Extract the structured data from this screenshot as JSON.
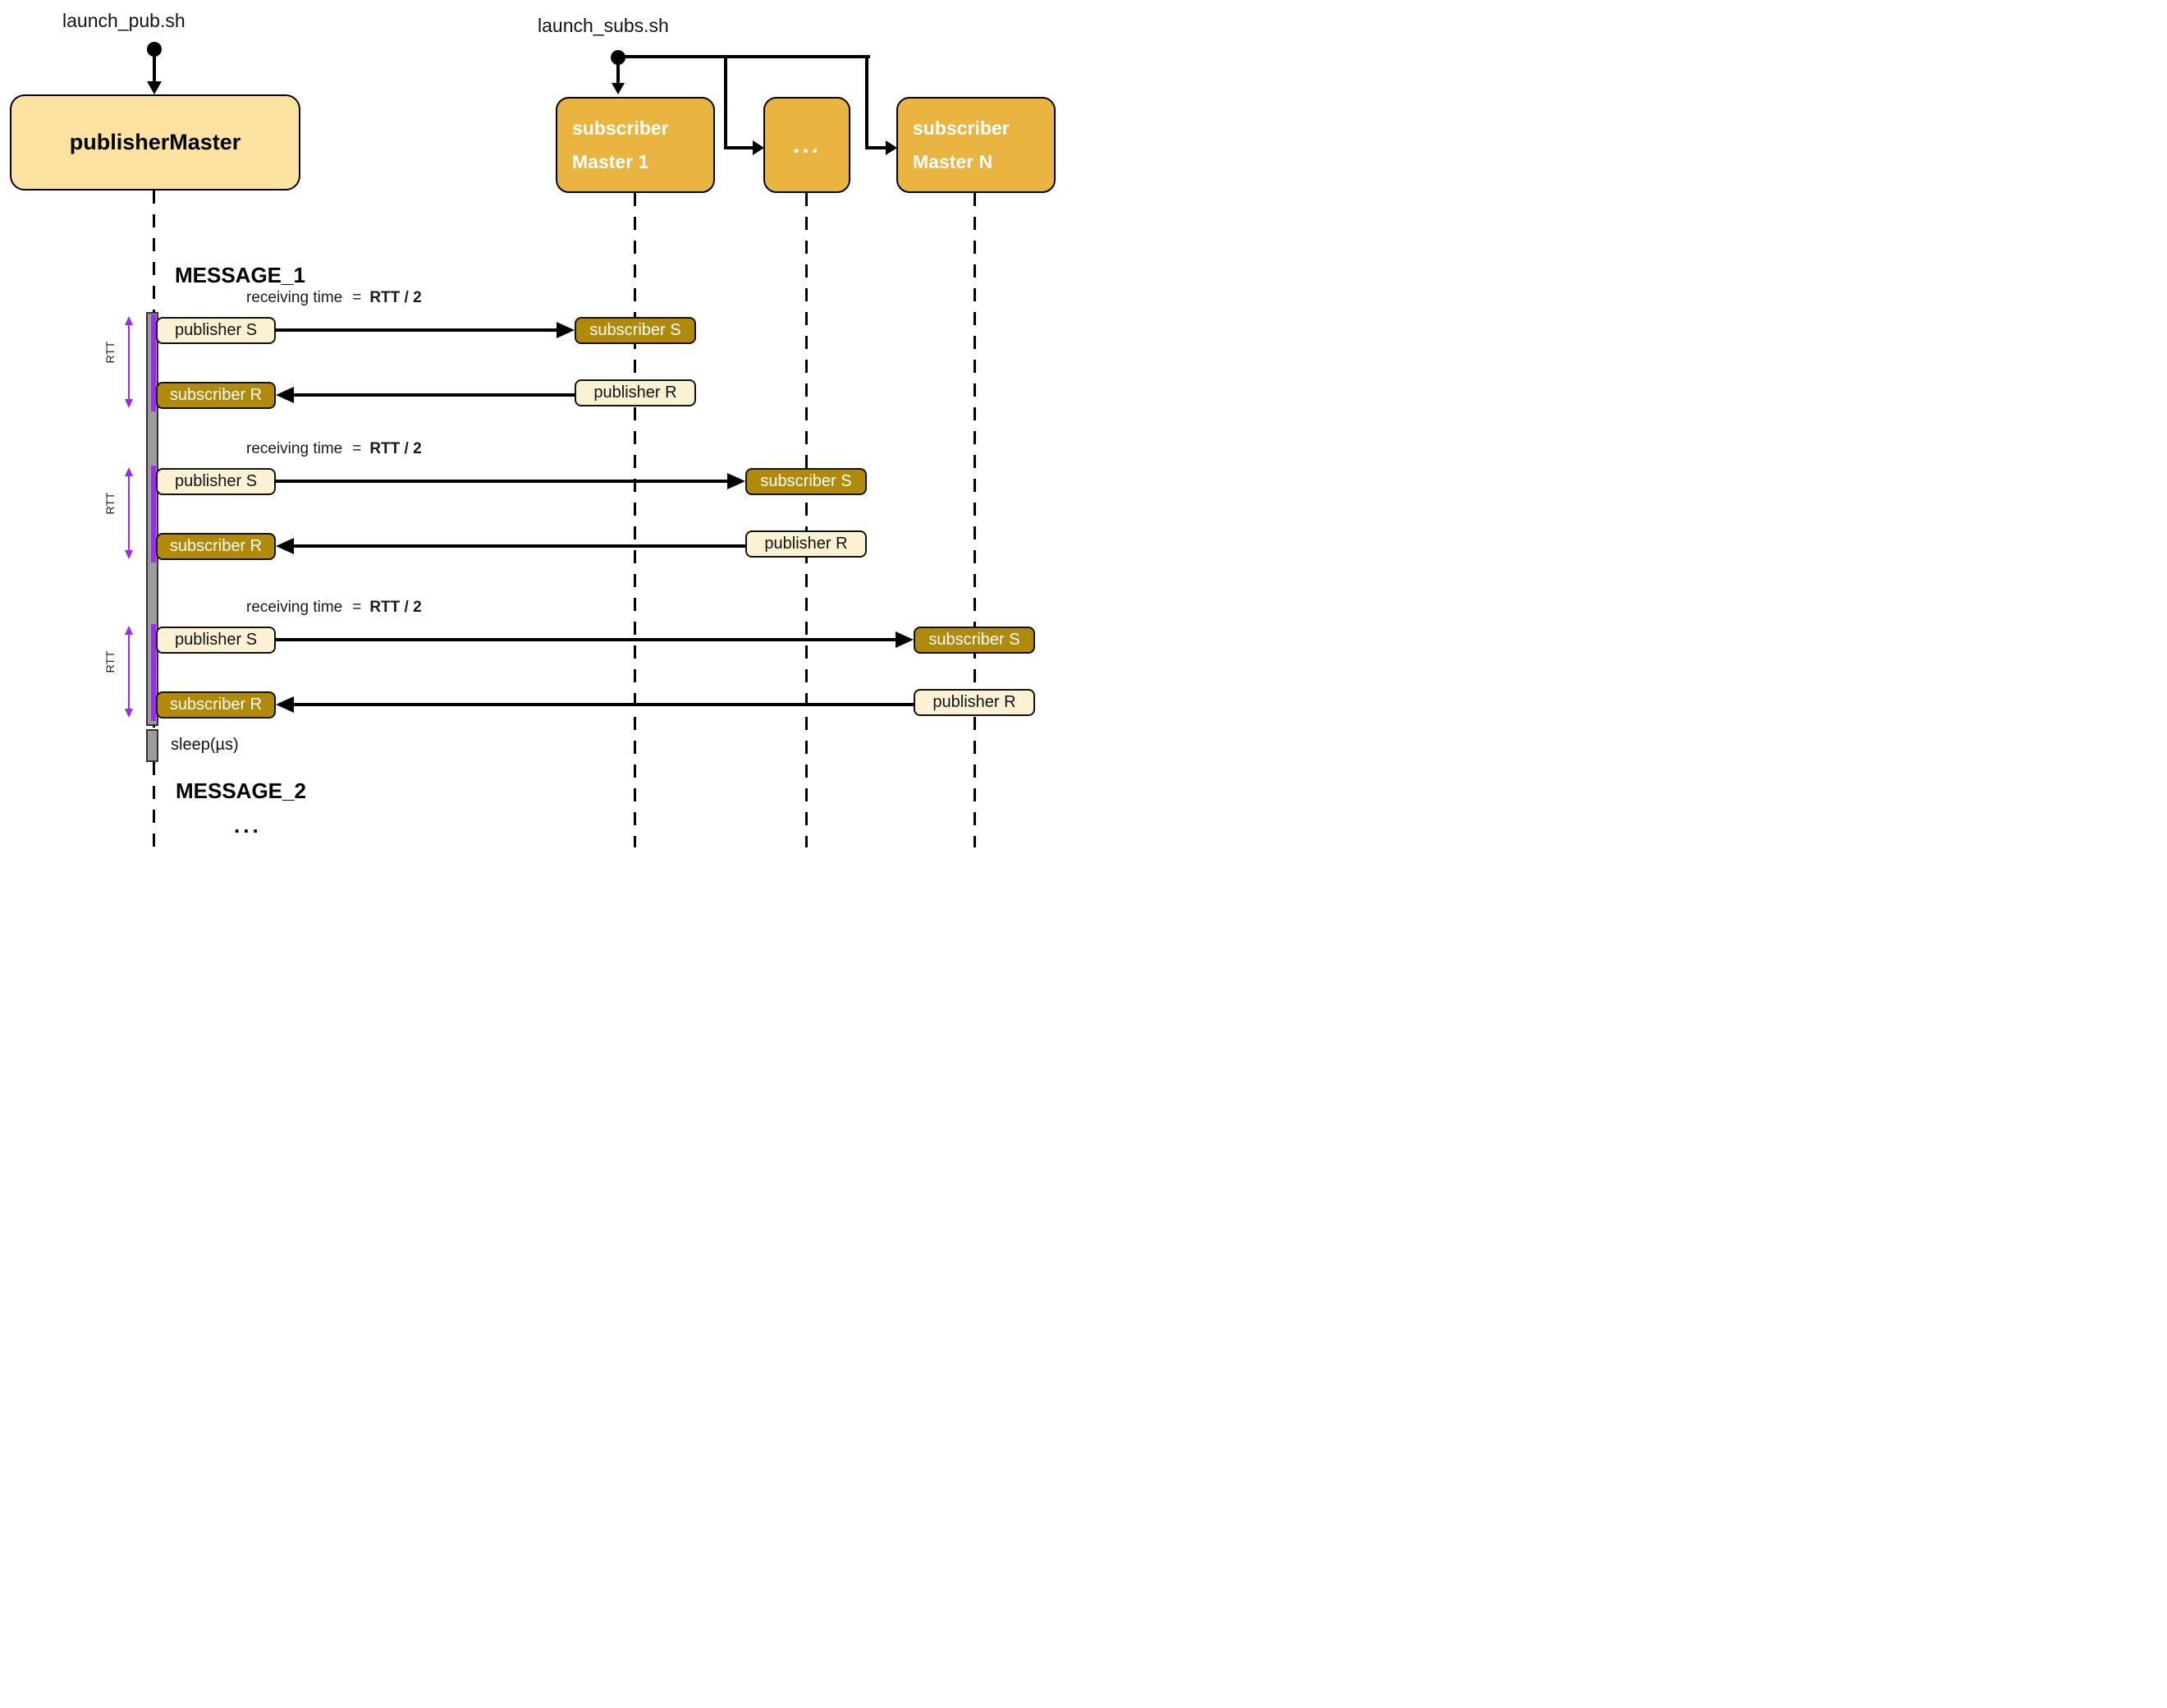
{
  "colors": {
    "node_light": "#FCE2A0",
    "node_gold": "#E9B440",
    "box_cream": "#FBF2D4",
    "box_dark_gold": "#B1890B",
    "activation_gray": "#9C9C9C",
    "rtt_purple": "#9B2BF2",
    "line_black": "#000000"
  },
  "launchers": {
    "pub": "launch_pub.sh",
    "subs": "launch_subs.sh"
  },
  "nodes": {
    "publisher_master": "publisherMaster",
    "subscriber_master_1": {
      "line1": "subscriber",
      "line2": "Master 1"
    },
    "dots": "...",
    "subscriber_master_n": {
      "line1": "subscriber",
      "line2": "Master N"
    }
  },
  "sections": {
    "message1": "MESSAGE_1",
    "message2": "MESSAGE_2",
    "ellipsis": "...",
    "sleep": "sleep(µs)"
  },
  "exchanges": [
    {
      "receiving_prefix": "receiving time",
      "equals": "=",
      "receiving_value": "RTT / 2",
      "rtt_label": "RTT",
      "publisher_send": "publisher S",
      "subscriber_send": "subscriber S",
      "publisher_recv": "publisher R",
      "subscriber_recv": "subscriber R"
    },
    {
      "receiving_prefix": "receiving time",
      "equals": "=",
      "receiving_value": "RTT / 2",
      "rtt_label": "RTT",
      "publisher_send": "publisher S",
      "subscriber_send": "subscriber S",
      "publisher_recv": "publisher R",
      "subscriber_recv": "subscriber R"
    },
    {
      "receiving_prefix": "receiving time",
      "equals": "=",
      "receiving_value": "RTT / 2",
      "rtt_label": "RTT",
      "publisher_send": "publisher S",
      "subscriber_send": "subscriber S",
      "publisher_recv": "publisher R",
      "subscriber_recv": "subscriber R"
    }
  ]
}
